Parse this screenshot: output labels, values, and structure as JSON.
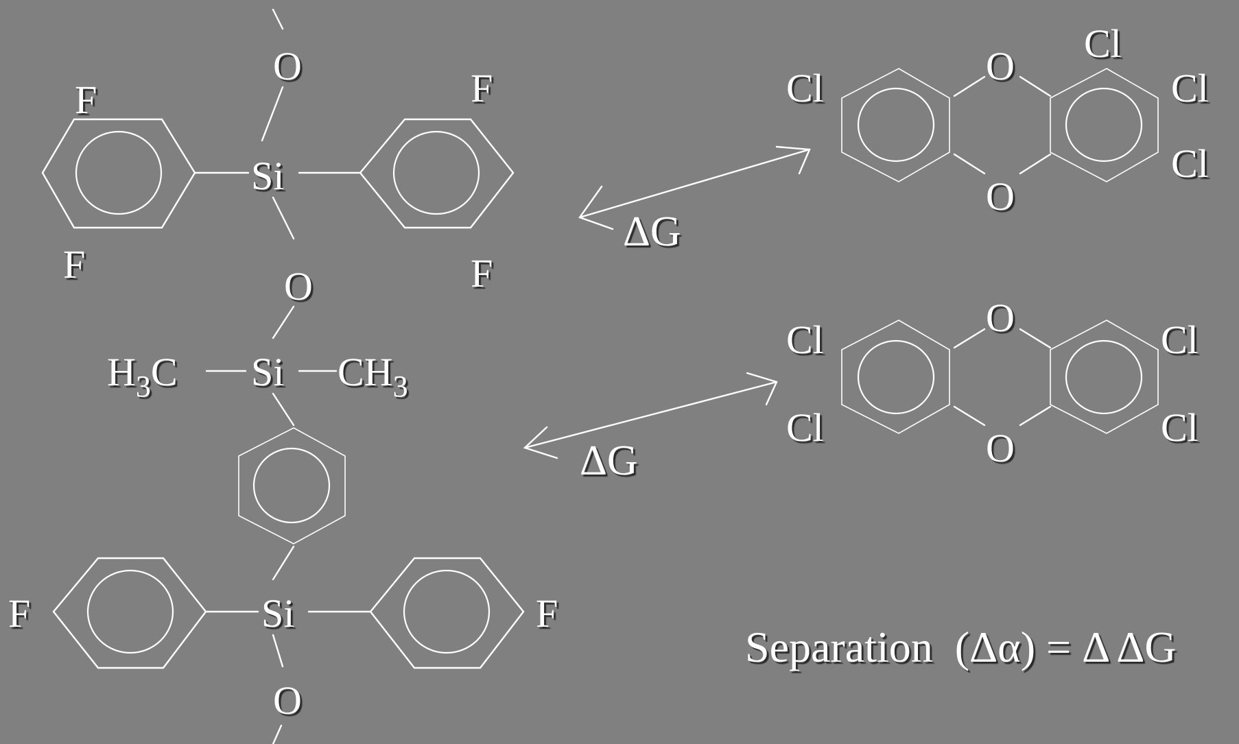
{
  "colors": {
    "background": "#808080",
    "foreground": "#ffffff",
    "shadow": "#2a2a2a"
  },
  "labels": {
    "top_o": "O",
    "top_f_ul": "F",
    "top_f_ur": "F",
    "top_f_ll": "F",
    "top_f_lr": "F",
    "top_si": "Si",
    "mid_o": "O",
    "mid_h3c_h": "H",
    "mid_h3c_3": "3",
    "mid_h3c_c": "C",
    "mid_si": "Si",
    "mid_ch3_ch": "CH",
    "mid_ch3_3": "3",
    "bot_f_left": "F",
    "bot_si": "Si",
    "bot_f_right": "F",
    "bot_o": "O",
    "diox1_cl_left": "Cl",
    "diox1_o_top": "O",
    "diox1_cl_top": "Cl",
    "diox1_cl_right1": "Cl",
    "diox1_cl_right2": "Cl",
    "diox1_o_bottom": "O",
    "diox2_cl_left1": "Cl",
    "diox2_cl_left2": "Cl",
    "diox2_o_top": "O",
    "diox2_o_bottom": "O",
    "diox2_cl_right1": "Cl",
    "diox2_cl_right2": "Cl",
    "dg1": "ΔG",
    "dg2": "ΔG",
    "separation": "Separation  (Δα) = Δ ΔG"
  }
}
